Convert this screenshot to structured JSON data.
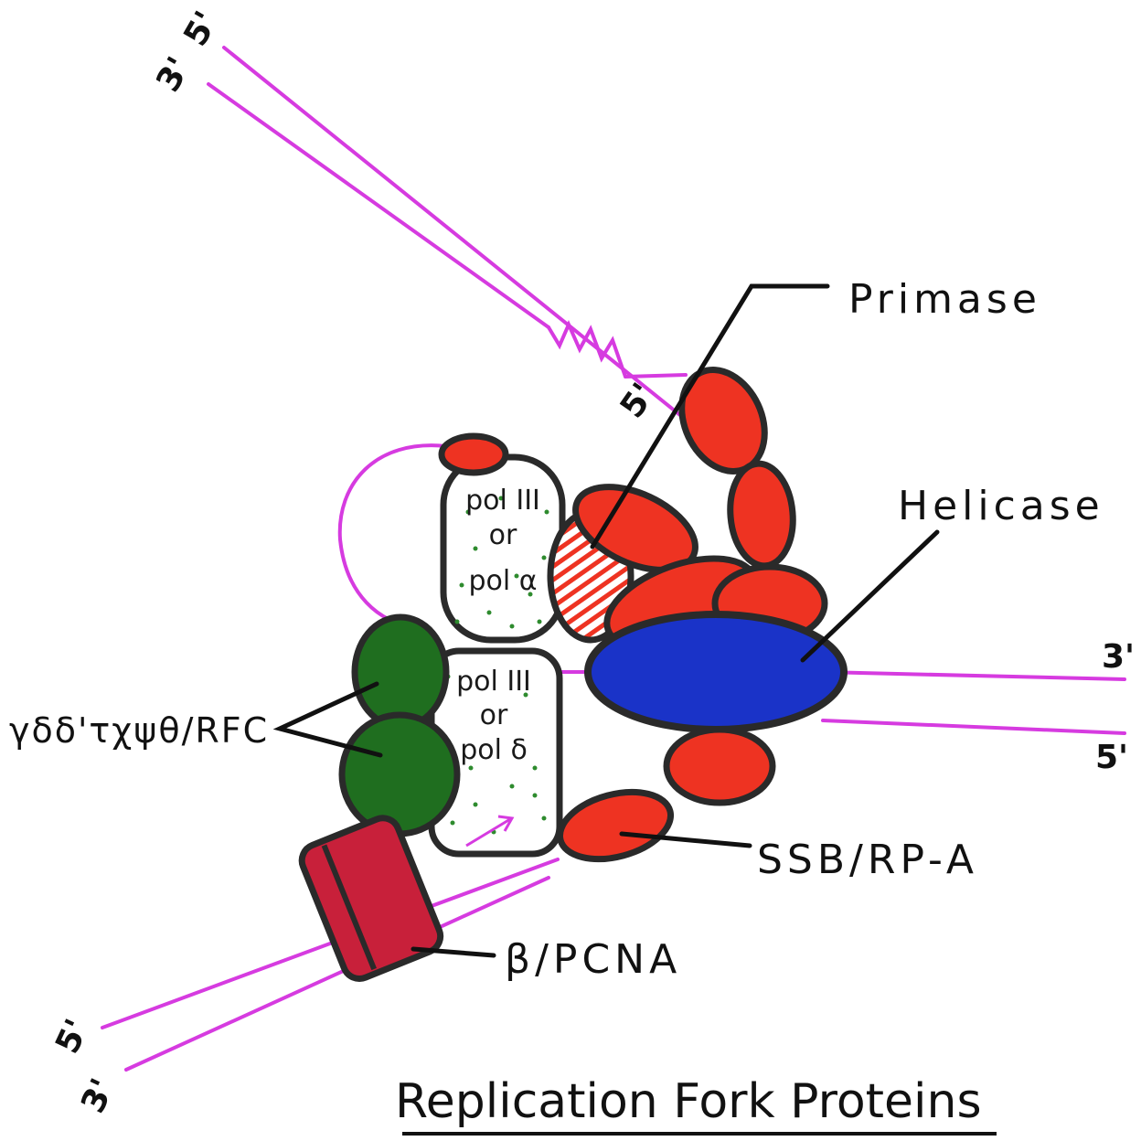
{
  "title": "Replication Fork Proteins",
  "labels": {
    "primase": "Primase",
    "helicase": "Helicase",
    "ssb": "SSB/RP-A",
    "clamp": "β/PCNA",
    "clamp_loader": "γδδ'τχψθ/RFC"
  },
  "polymerases": {
    "lagging": {
      "line1": "pol III",
      "line2": "or",
      "line3": "pol α"
    },
    "leading": {
      "line1": "pol III",
      "line2": "or",
      "line3": "pol δ"
    }
  },
  "strand_ends": {
    "top_outer": "5'",
    "top_inner": "3'",
    "primer": "5'",
    "right_upper": "3'",
    "right_lower": "5'",
    "bottom_outer": "5'",
    "bottom_inner": "3'"
  },
  "colors": {
    "dna": "#d63be0",
    "protein_red": "#ee3322",
    "helicase_blue": "#1a33c8",
    "loader_green": "#1f6e1f",
    "clamp_red": "#c8203a",
    "polymerase_dot": "#2e8b2e",
    "outline": "#2a2a2a"
  }
}
